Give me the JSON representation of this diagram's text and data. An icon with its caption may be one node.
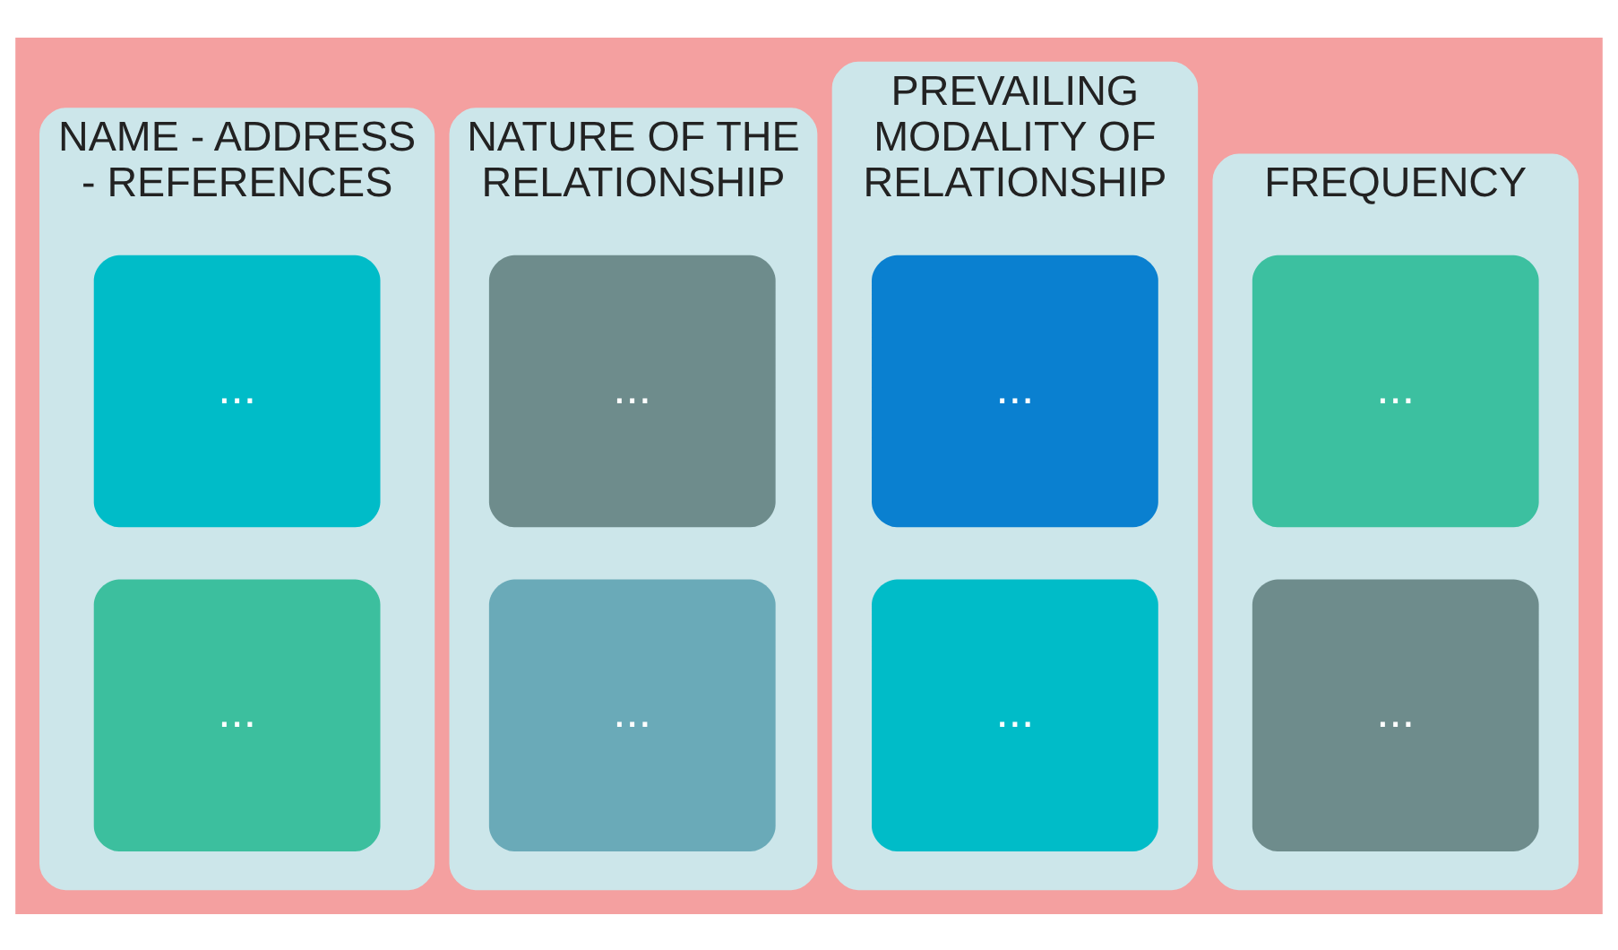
{
  "diagram": {
    "nodes": [
      {
        "text": [
          "NAME - ADDRESS - REFERENCES"
        ]
      },
      {
        "text": [
          "..."
        ],
        "in": 0
      },
      {
        "text": [
          "..."
        ],
        "in": 0
      },
      {
        "text": [
          "NATURE OF THE RELATIONSHIP"
        ]
      },
      {
        "text": [
          "..."
        ],
        "in": 3
      },
      {
        "text": [
          "..."
        ],
        "in": 3
      },
      {
        "text": [
          "PREVAILING MODALITY OF RELATIONSHIP"
        ]
      },
      {
        "text": [
          "..."
        ],
        "in": 6
      },
      {
        "text": [
          "..."
        ],
        "in": 6
      },
      {
        "text": [
          "FREQUENCY"
        ]
      },
      {
        "text": [
          "..."
        ],
        "in": 9
      },
      {
        "text": [
          "..."
        ],
        "in": 9
      }
    ],
    "edges": []
  }
}
